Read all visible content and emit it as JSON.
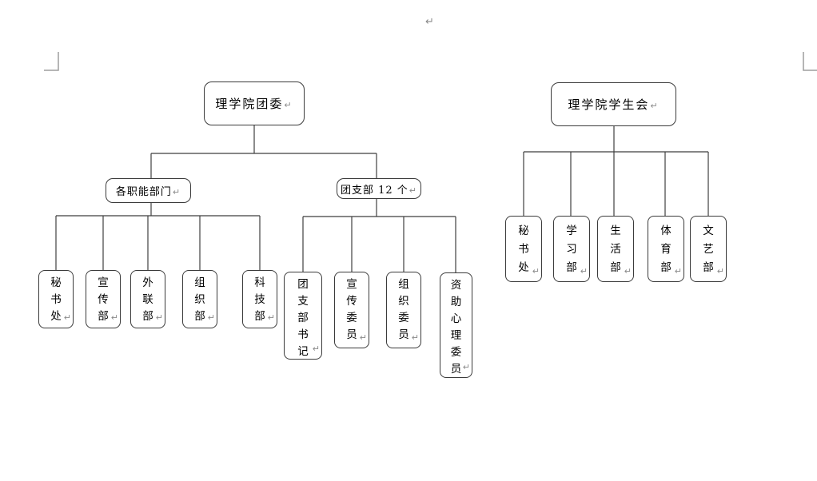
{
  "document": {
    "break_mark": "↵"
  },
  "colors": {
    "line": "#3f3f3f",
    "box_border": "#3b3b3b",
    "text": "#000000",
    "formatting_mark": "#8a8a8a",
    "margin_mark": "#9e9e9e",
    "background": "#ffffff"
  },
  "charts": [
    {
      "name": "youth-league-committee",
      "root": "理学院团委",
      "branches": [
        {
          "label": "各职能部门",
          "children": [
            "秘书处",
            "宣传部",
            "外联部",
            "组织部",
            "科技部"
          ]
        },
        {
          "label": "团支部 12 个",
          "children": [
            "团支部书记",
            "宣传委员",
            "组织委员",
            "资助心理委员"
          ]
        }
      ]
    },
    {
      "name": "student-union",
      "root": "理学院学生会",
      "children": [
        "秘书处",
        "学习部",
        "生活部",
        "体育部",
        "文艺部"
      ]
    }
  ]
}
